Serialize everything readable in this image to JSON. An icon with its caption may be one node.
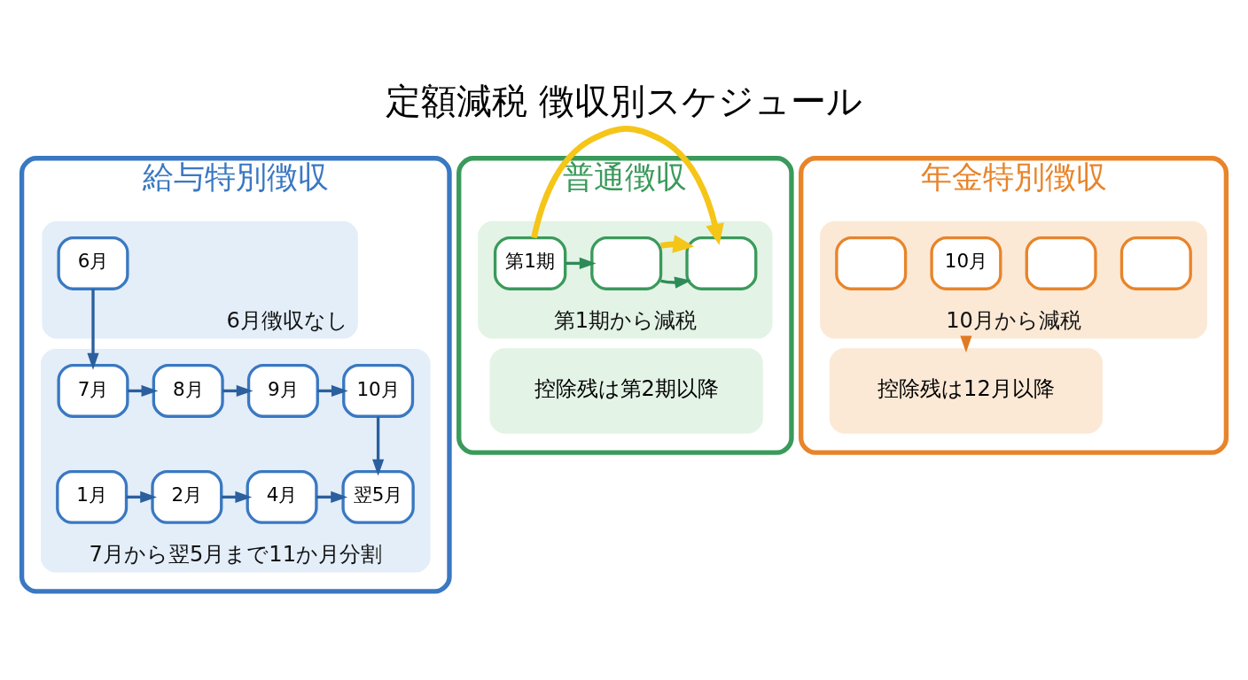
{
  "diagram": {
    "title": "定額減税 徴収別スケジュール",
    "nodes": [
      {
        "text": [
          "給与特別徴収"
        ]
      },
      {
        "text": [
          "6月徴収なし"
        ],
        "in": 0
      },
      {
        "text": [
          "6月"
        ],
        "in": 1
      },
      {
        "text": [
          "7月から翌5月まで11か月分割"
        ],
        "in": 0
      },
      {
        "text": [
          "7月"
        ],
        "in": 3
      },
      {
        "text": [
          "8月"
        ],
        "in": 3
      },
      {
        "text": [
          "9月"
        ],
        "in": 3
      },
      {
        "text": [
          "10月"
        ],
        "in": 3
      },
      {
        "text": [
          "1月"
        ],
        "in": 3
      },
      {
        "text": [
          "2月"
        ],
        "in": 3
      },
      {
        "text": [
          "4月"
        ],
        "in": 3
      },
      {
        "text": [
          "翌5月"
        ],
        "in": 3
      },
      {
        "text": [
          "普通徴収"
        ]
      },
      {
        "text": [
          "第1期から減税"
        ],
        "in": 12
      },
      {
        "text": [
          "第1期"
        ],
        "in": 13
      },
      {
        "text": [],
        "shape": "calendar",
        "in": 13
      },
      {
        "text": [],
        "shape": "calendar",
        "in": 13
      },
      {
        "text": [
          "控除残は第2期以降"
        ],
        "in": 12
      },
      {
        "text": [
          "年金特別徴収"
        ]
      },
      {
        "text": [
          "10月から減税"
        ],
        "in": 18
      },
      {
        "text": [],
        "shape": "calendar",
        "in": 19
      },
      {
        "text": [],
        "shape": "calendar",
        "in": 19
      },
      {
        "text": [
          "10月"
        ],
        "in": 19
      },
      {
        "text": [],
        "shape": "calendar",
        "in": 19
      },
      {
        "text": [
          "控除残は12月以降"
        ],
        "in": 18
      }
    ],
    "edges": [
      {
        "from": 2,
        "to": 4,
        "arrow": "to"
      },
      {
        "from": 4,
        "to": 5,
        "arrow": "to"
      },
      {
        "from": 5,
        "to": 6,
        "arrow": "to"
      },
      {
        "from": 6,
        "to": 7,
        "arrow": "to"
      },
      {
        "from": 7,
        "to": 11,
        "arrow": "to"
      },
      {
        "from": 8,
        "to": 9,
        "arrow": "to"
      },
      {
        "from": 9,
        "to": 10,
        "arrow": "to"
      },
      {
        "from": 10,
        "to": 11,
        "arrow": "to"
      },
      {
        "from": 14,
        "to": 15,
        "arrow": "to",
        "color": "#2e8b57"
      },
      {
        "from": 15,
        "to": 16,
        "arrow": "to",
        "color": "#2e8b57"
      },
      {
        "from": 14,
        "to": 16,
        "arrow": "to",
        "style": "thick",
        "color": "#f5c518"
      },
      {
        "from": 15,
        "to": 16,
        "arrow": "to",
        "style": "thick",
        "color": "#f5c518"
      },
      {
        "from": 19,
        "to": 24,
        "arrow": "to",
        "color": "#e07b24"
      }
    ]
  }
}
